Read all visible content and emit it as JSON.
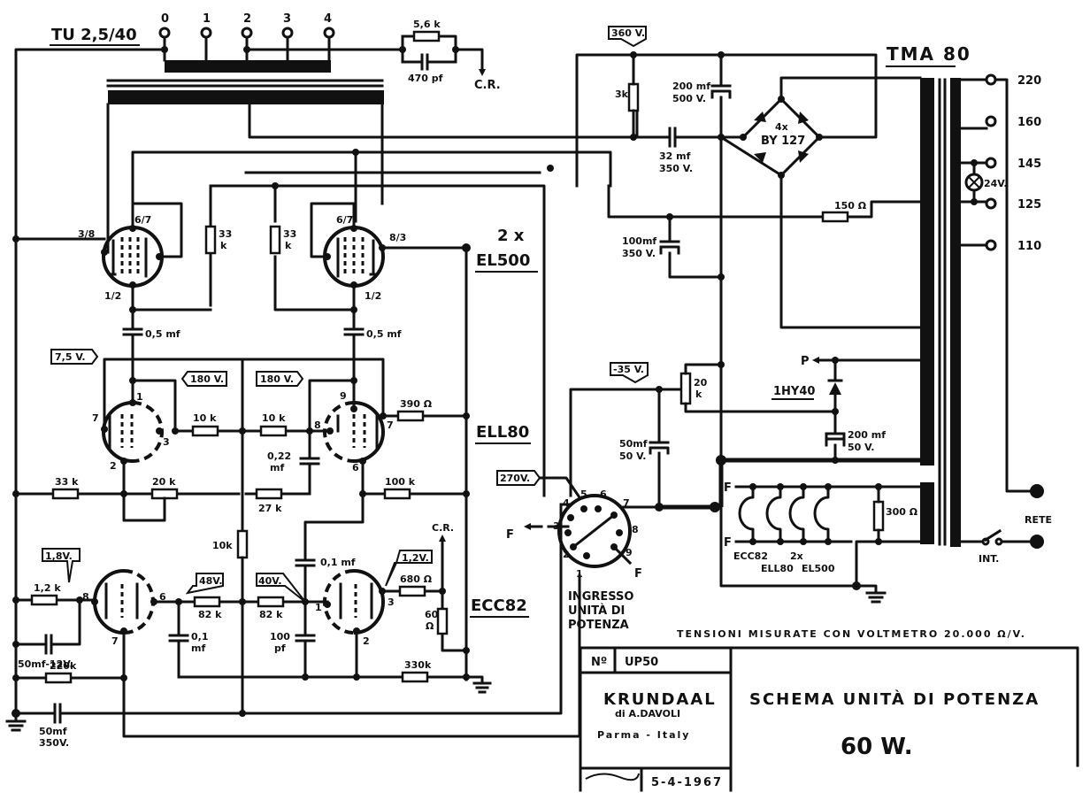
{
  "title_block": {
    "number_label": "Nº",
    "number": "UP50",
    "company": "KRUNDAAL",
    "company_sub": "di A.DAVOLI",
    "location": "Parma - Italy",
    "date": "5-4-1967",
    "title": "SCHEMA  UNITÀ DI POTENZA",
    "power": "60 W.",
    "note": "TENSIONI  MISURATE  CON  VOLTMETRO  20.000 Ω/V."
  },
  "output_transformer": {
    "name": "TU 2,5/40",
    "taps": [
      "0",
      "1",
      "2",
      "3",
      "4"
    ],
    "feedback_resistor": "5,6 k",
    "feedback_cap": "470 pf",
    "feedback_label": "C.R."
  },
  "power_transformer": {
    "name": "TMA 80",
    "taps": [
      "220",
      "160",
      "145",
      "125",
      "110"
    ],
    "lamp": "24V.",
    "mains_label": "RETE",
    "switch_label": "INT."
  },
  "power_supply": {
    "hv_tag": "360 V.",
    "r_3k": "3k",
    "c_200": [
      "200 mf",
      "500 V."
    ],
    "c_32": [
      "32 mf",
      "350 V."
    ],
    "c_100": [
      "100mf",
      "350 V."
    ],
    "rectifier_count": "4x",
    "rectifier": "BY 127",
    "r_150": "150 Ω",
    "bias_tag": "-35 V.",
    "pot_20k": [
      "20",
      "k"
    ],
    "bias_diode": "1HY40",
    "p_label": "P",
    "c_bias": [
      "200 mf",
      "50 V."
    ],
    "c_50": [
      "50mf",
      "50 V."
    ],
    "hum_pot": "300 Ω",
    "heater_labels": [
      "ECC82",
      "ELL80",
      "2x",
      "EL500"
    ],
    "f_label": "F"
  },
  "output_stage": {
    "tube_label_count": "2 x",
    "tube_label": "EL500",
    "left_pins": {
      "grid": "3/8",
      "plate": "6/7",
      "cathode": "1/2"
    },
    "right_pins": {
      "grid": "8/3",
      "plate": "6/7",
      "cathode": "1/2"
    },
    "r_33k": [
      "33",
      "k"
    ],
    "c_05": "0,5 mf"
  },
  "driver_stage": {
    "tube_label": "ELL80",
    "tags": [
      "7,5 V.",
      "180 V.",
      "180 V."
    ],
    "left_pins": [
      "1",
      "7",
      "3",
      "2"
    ],
    "right_pins": [
      "9",
      "8",
      "7",
      "6"
    ],
    "r_10k_a": "10 k",
    "r_10k_b": "10 k",
    "r_390": "390 Ω",
    "c_022": [
      "0,22",
      "mf"
    ],
    "r_33k": "33 k",
    "pot_20k": "20 k",
    "r_27k": "27 k",
    "r_100k": "100 k"
  },
  "input_stage": {
    "tube_label": "ECC82",
    "tags": [
      "1,8V.",
      "48V.",
      "40V.",
      "1,2V."
    ],
    "left_pins": [
      "8",
      "6",
      "7"
    ],
    "right_pins": [
      "1",
      "3",
      "2"
    ],
    "r_12k": "1,2 k",
    "c_50_12": "50mf-12V.",
    "r_220k": "220k",
    "c_50_350": [
      "50mf",
      "350V."
    ],
    "r_10k": "10k",
    "r_82k_a": "82 k",
    "r_82k_b": "82 k",
    "c_01": [
      "0,1",
      "mf"
    ],
    "c_01b": "0,1 mf",
    "c_100p": [
      "100",
      "pf"
    ],
    "r_680": "680 Ω",
    "r_60": [
      "60",
      "Ω"
    ],
    "r_330k": "330k",
    "cr_label": "C.R."
  },
  "connector": {
    "tag": "270V.",
    "pins": [
      "1",
      "2",
      "3",
      "4",
      "5",
      "6",
      "7",
      "8",
      "9"
    ],
    "f_label": "F",
    "caption": [
      "INGRESSO",
      "UNITÀ DI",
      "POTENZA"
    ]
  }
}
